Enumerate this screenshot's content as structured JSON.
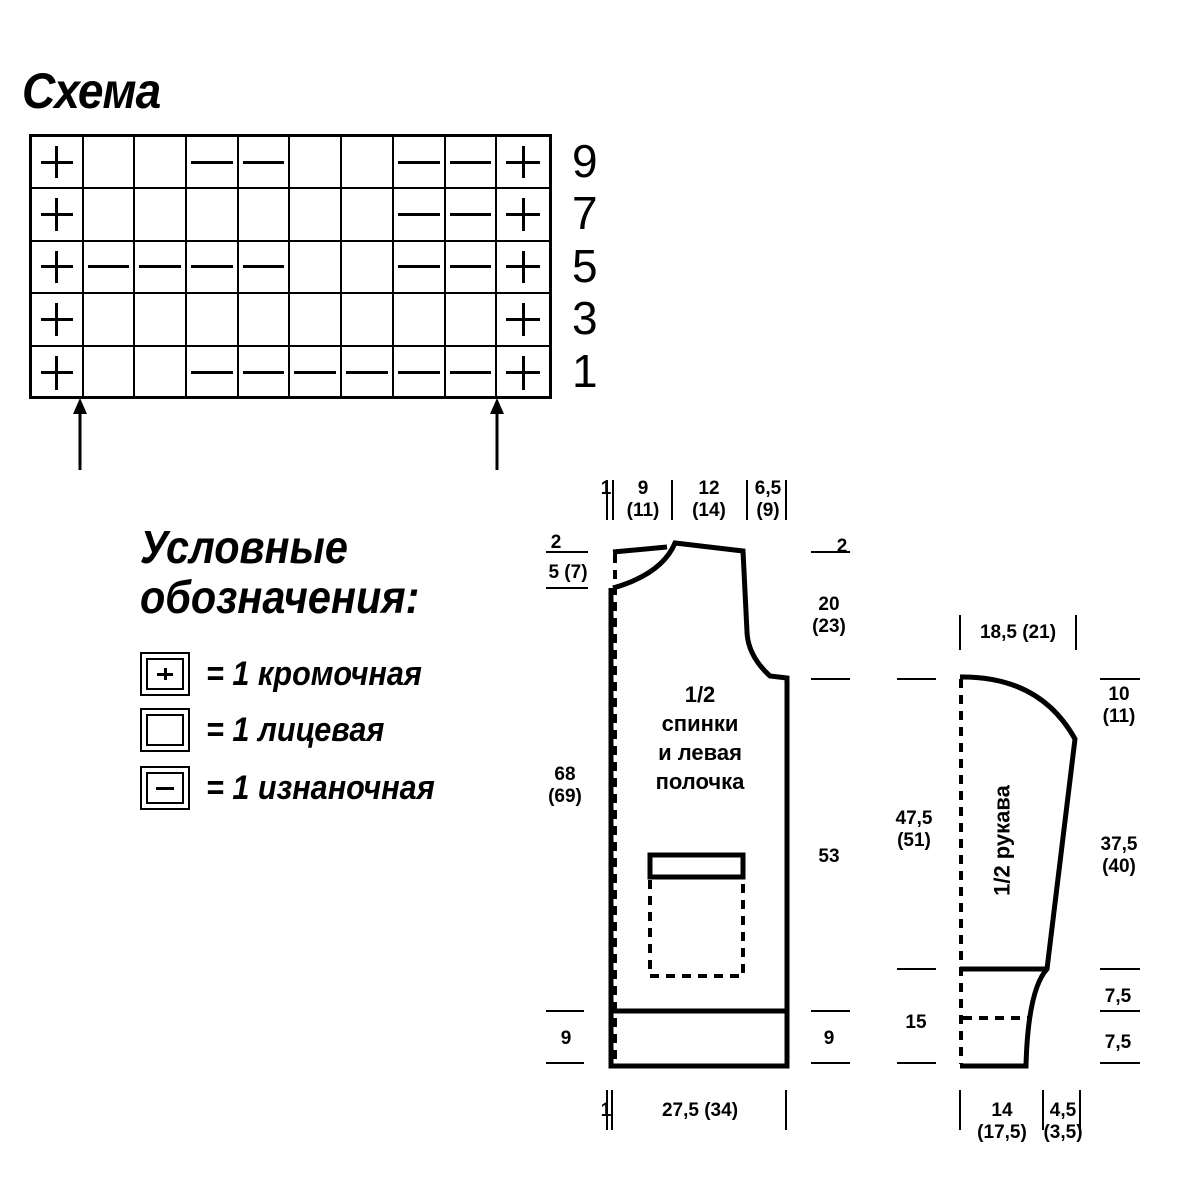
{
  "title": "Схема",
  "pattern": {
    "row_numbers": [
      "9",
      "7",
      "5",
      "3",
      "1"
    ],
    "rows": [
      [
        "+",
        "",
        "",
        "-",
        "-",
        "",
        "",
        "-",
        "-",
        "+"
      ],
      [
        "+",
        "",
        "",
        "",
        "",
        "",
        "",
        "-",
        "-",
        "+"
      ],
      [
        "+",
        "-",
        "-",
        "-",
        "-",
        "",
        "",
        "-",
        "-",
        "+"
      ],
      [
        "+",
        "",
        "",
        "",
        "",
        "",
        "",
        "",
        "",
        "+"
      ],
      [
        "+",
        "",
        "",
        "-",
        "-",
        "-",
        "-",
        "-",
        "-",
        "+"
      ]
    ],
    "repeat_marks": [
      "arrow-up-icon",
      "arrow-up-icon"
    ]
  },
  "legend": {
    "title_line1": "Условные",
    "title_line2": "обозначения:",
    "items": [
      {
        "symbol": "plus-icon",
        "text": "= 1 кромочная"
      },
      {
        "symbol": "empty-square-icon",
        "text": "= 1 лицевая"
      },
      {
        "symbol": "minus-icon",
        "text": "= 1 изнаночная"
      }
    ]
  },
  "back_piece": {
    "label_line1": "1/2",
    "label_line2": "спинки",
    "label_line3": "и левая",
    "label_line4": "полочка",
    "top_dims": {
      "a": "1",
      "b1": "9",
      "b2": "(11)",
      "c1": "12",
      "c2": "(14)",
      "d1": "6,5",
      "d2": "(9)"
    },
    "left_dims": {
      "neck_top": "2",
      "neck_depth": "5 (7)",
      "height1": "68",
      "height2": "(69)",
      "hem": "9"
    },
    "right_dims": {
      "shoulder": "2",
      "armhole1": "20",
      "armhole2": "(23)",
      "body": "53",
      "hem": "9"
    },
    "bottom_dims": {
      "edge": "1",
      "width": "27,5 (34)"
    }
  },
  "sleeve": {
    "label": "1/2 рукава",
    "top_dim": "18,5 (21)",
    "left_dims": {
      "length1": "47,5",
      "length2": "(51)",
      "cuff": "15"
    },
    "right_dims": {
      "cap1": "10",
      "cap2": "(11)",
      "side1": "37,5",
      "side2": "(40)",
      "cuff_upper": "7,5",
      "cuff_lower": "7,5"
    },
    "bottom_dims": {
      "width1": "14",
      "width2": "(17,5)",
      "inc1": "4,5",
      "inc2": "(3,5)"
    }
  }
}
